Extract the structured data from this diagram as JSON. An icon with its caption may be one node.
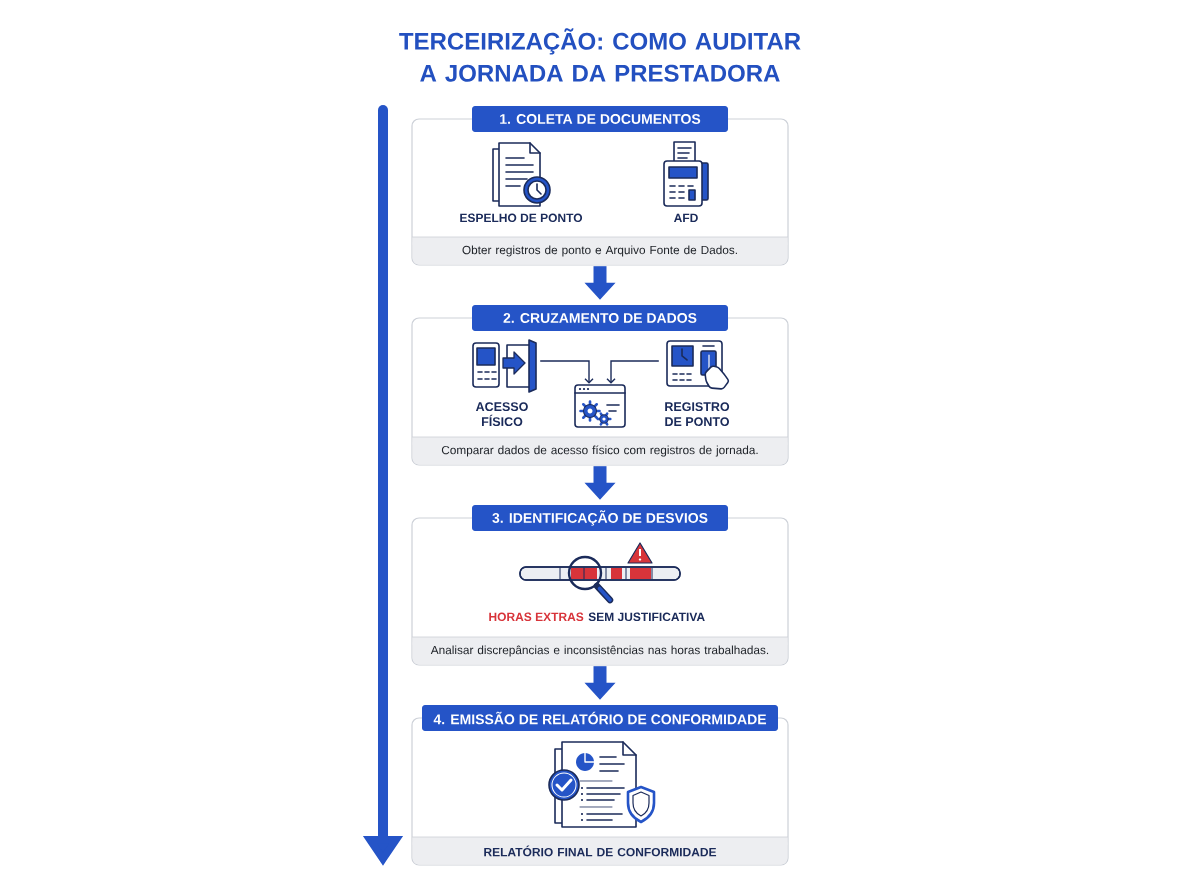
{
  "diagram": {
    "title": "TERCEIRIZAÇÃO: COMO AUDITAR A JORNADA DA PRESTADORA",
    "nodes": [
      {
        "text": [
          "1. COLETA DE DOCUMENTOS",
          "ESPELHO DE PONTO",
          "AFD",
          "Obter registros de ponto e Arquivo Fonte de Dados."
        ]
      },
      {
        "text": [
          "2. CRUZAMENTO DE DADOS",
          "Comparar dados de acesso físico com registros de jornada."
        ]
      },
      {
        "text": [
          "ACESSO FÍSICO"
        ],
        "in": 1
      },
      {
        "text": [],
        "shape": "picture",
        "in": 1
      },
      {
        "text": [
          "REGISTRO DE PONTO"
        ],
        "in": 1
      },
      {
        "text": [
          "3. IDENTIFICAÇÃO DE DESVIOS",
          "HORAS EXTRAS",
          "SEM JUSTIFICATIVA",
          "Analisar discrepâncias e inconsistências nas horas trabalhadas."
        ]
      },
      {
        "text": [
          "4. EMISSÃO DE RELATÓRIO DE CONFORMIDADE",
          "RELATÓRIO FINAL DE CONFORMIDADE"
        ]
      }
    ],
    "edges": [
      {
        "from": 0,
        "to": 1,
        "arrow": "to"
      },
      {
        "from": 2,
        "to": 3,
        "arrow": "to",
        "color": "#1b2b5a"
      },
      {
        "from": 4,
        "to": 3,
        "arrow": "to",
        "color": "#1b2b5a"
      },
      {
        "from": 1,
        "to": 5,
        "arrow": "to"
      },
      {
        "from": 5,
        "to": 6,
        "arrow": "to"
      }
    ]
  }
}
